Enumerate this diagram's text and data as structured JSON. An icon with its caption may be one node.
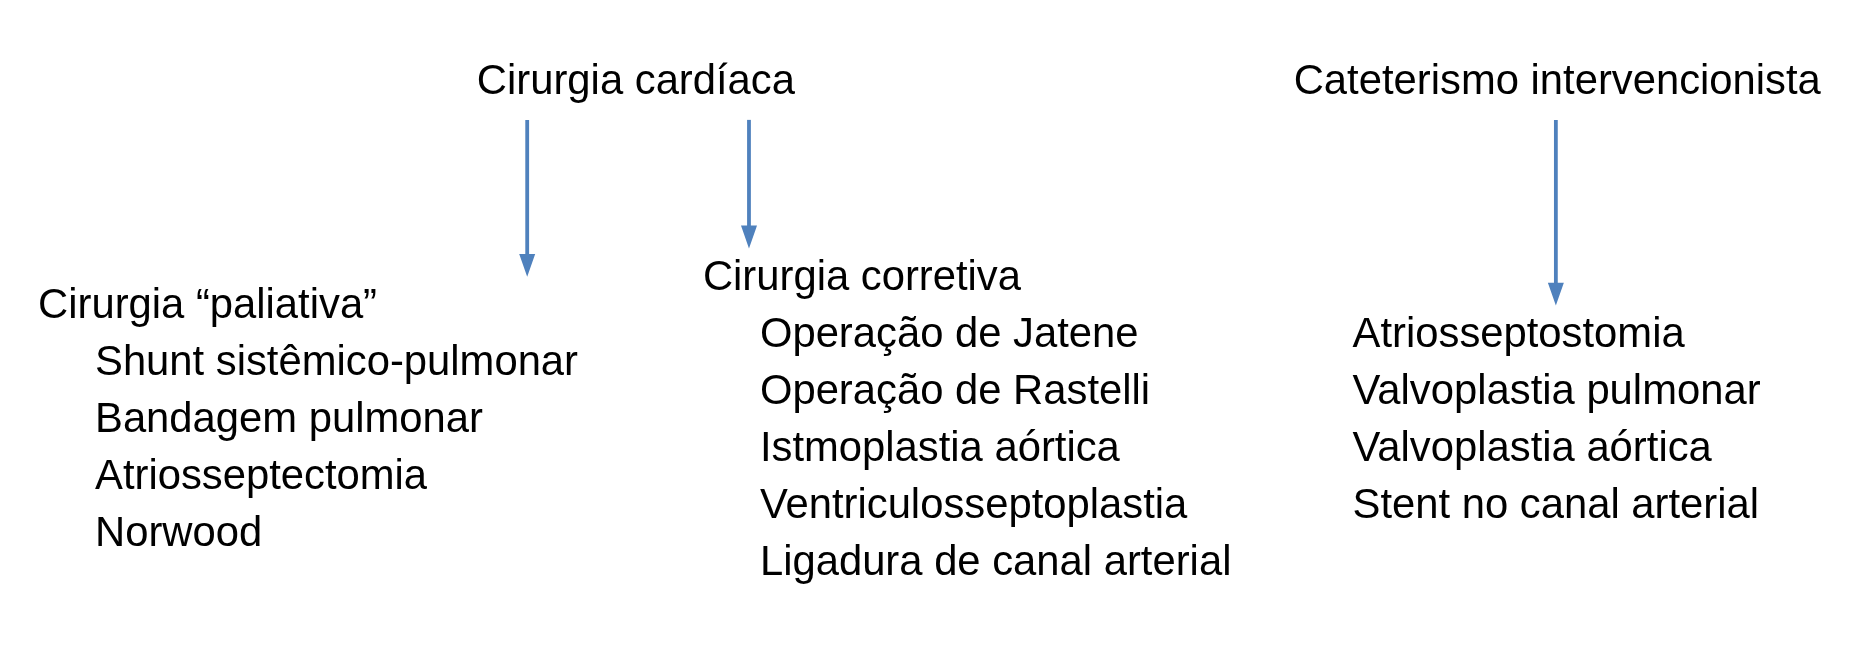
{
  "diagram": {
    "nodes": [
      {
        "text": [
          "Cirurgia cardíaca"
        ]
      },
      {
        "text": [
          "Cirurgia “paliativa”",
          "Shunt sistêmico-pulmonar",
          "Bandagem pulmonar",
          "Atriosseptectomia",
          "Norwood"
        ]
      },
      {
        "text": [
          "Cirurgia corretiva",
          "Operação de Jatene",
          "Operação de Rastelli",
          "Istmoplastia aórtica",
          "Ventriculosseptoplastia",
          "Ligadura de canal arterial"
        ]
      },
      {
        "text": [
          "Cateterismo intervencionista"
        ]
      },
      {
        "text": [
          "Atriosseptostomia",
          "Valvoplastia pulmonar",
          "Valvoplastia aórtica",
          "Stent no canal arterial"
        ]
      }
    ],
    "edges": [
      {
        "from": 0,
        "to": 1,
        "arrow": "to"
      },
      {
        "from": 0,
        "to": 2,
        "arrow": "to"
      },
      {
        "from": 3,
        "to": 4,
        "arrow": "to"
      }
    ]
  }
}
